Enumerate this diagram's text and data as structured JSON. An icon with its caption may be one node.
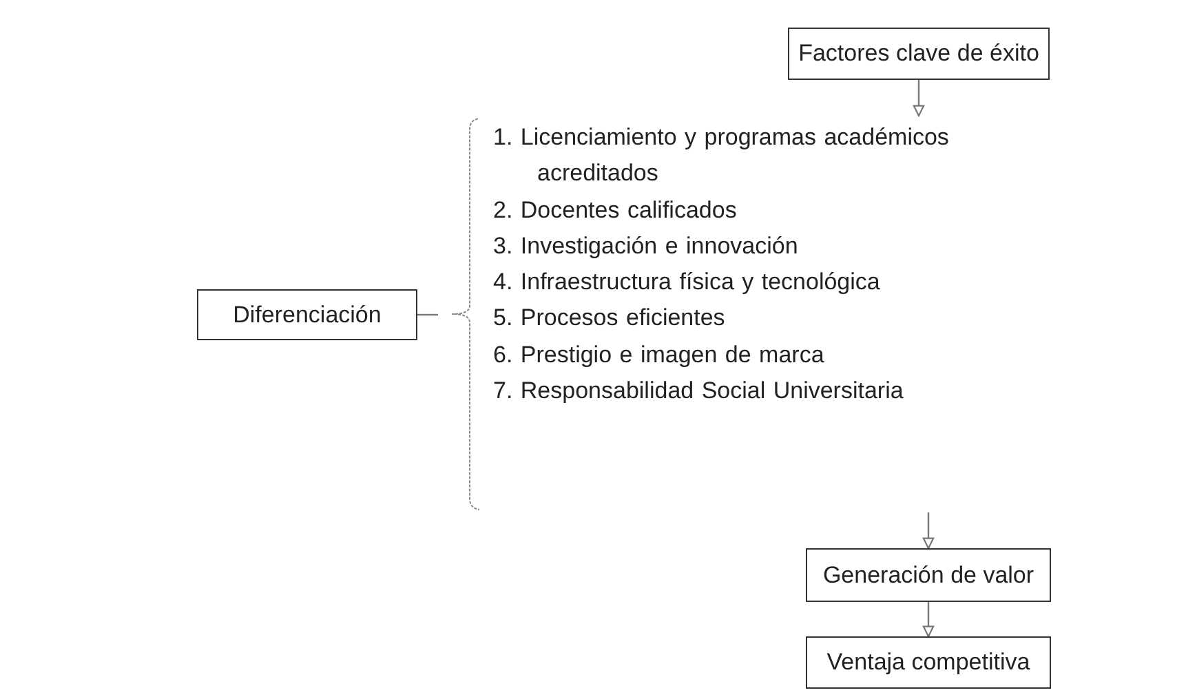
{
  "diagram": {
    "nodes": [
      {
        "text": [
          "Factores clave de éxito"
        ]
      },
      {
        "text": [
          "Diferenciación"
        ]
      },
      {
        "text": [
          "1. Licenciamiento y programas académicos acreditados",
          "2. Docentes calificados",
          "3. Investigación e innovación",
          "4. Infraestructura física y tecnológica",
          "5. Procesos eficientes",
          "6. Prestigio e imagen de marca",
          "7. Responsabilidad Social Universitaria"
        ]
      },
      {
        "text": [
          "Generación de valor"
        ]
      },
      {
        "text": [
          "Ventaja competitiva"
        ]
      }
    ],
    "edges": [
      {
        "from": 0,
        "to": 2,
        "arrow": "to"
      },
      {
        "from": 1,
        "to": 2,
        "arrow": "none"
      },
      {
        "from": 2,
        "to": 3,
        "arrow": "to"
      },
      {
        "from": 3,
        "to": 4,
        "arrow": "to"
      }
    ]
  }
}
